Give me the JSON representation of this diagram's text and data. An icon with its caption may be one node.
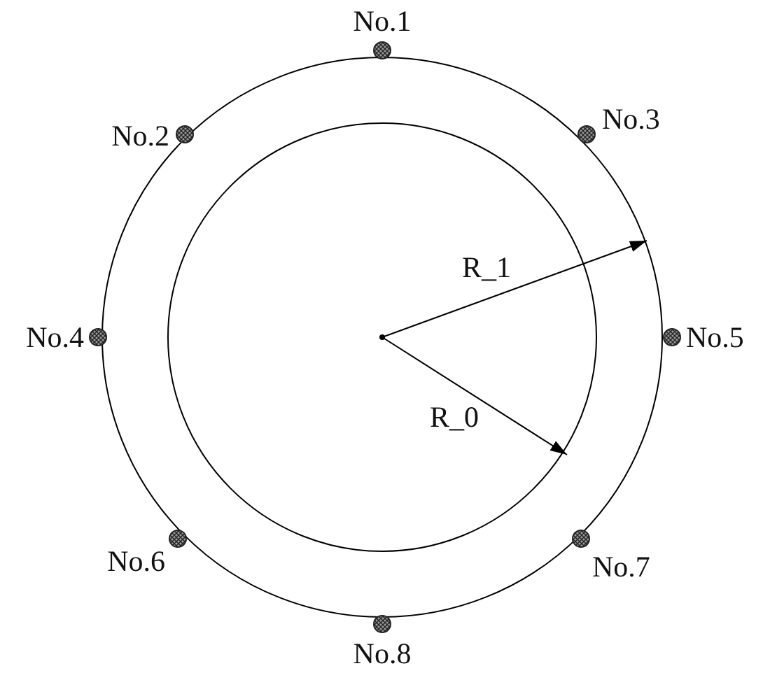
{
  "diagram": {
    "nodes": [
      {
        "text": [],
        "shape": "circle",
        "beside": [
          "No.1"
        ]
      },
      {
        "text": [],
        "shape": "circle",
        "beside": [
          "No.2"
        ]
      },
      {
        "text": [],
        "shape": "circle",
        "beside": [
          "No.3"
        ]
      },
      {
        "text": [],
        "shape": "circle",
        "beside": [
          "No.4"
        ]
      },
      {
        "text": [],
        "shape": "circle",
        "beside": [
          "No.5"
        ]
      },
      {
        "text": [],
        "shape": "circle",
        "beside": [
          "No.6"
        ]
      },
      {
        "text": [],
        "shape": "circle",
        "beside": [
          "No.7"
        ]
      },
      {
        "text": [],
        "shape": "circle",
        "beside": [
          "No.8"
        ]
      }
    ],
    "labels": [
      "R_1",
      "R_0"
    ]
  }
}
